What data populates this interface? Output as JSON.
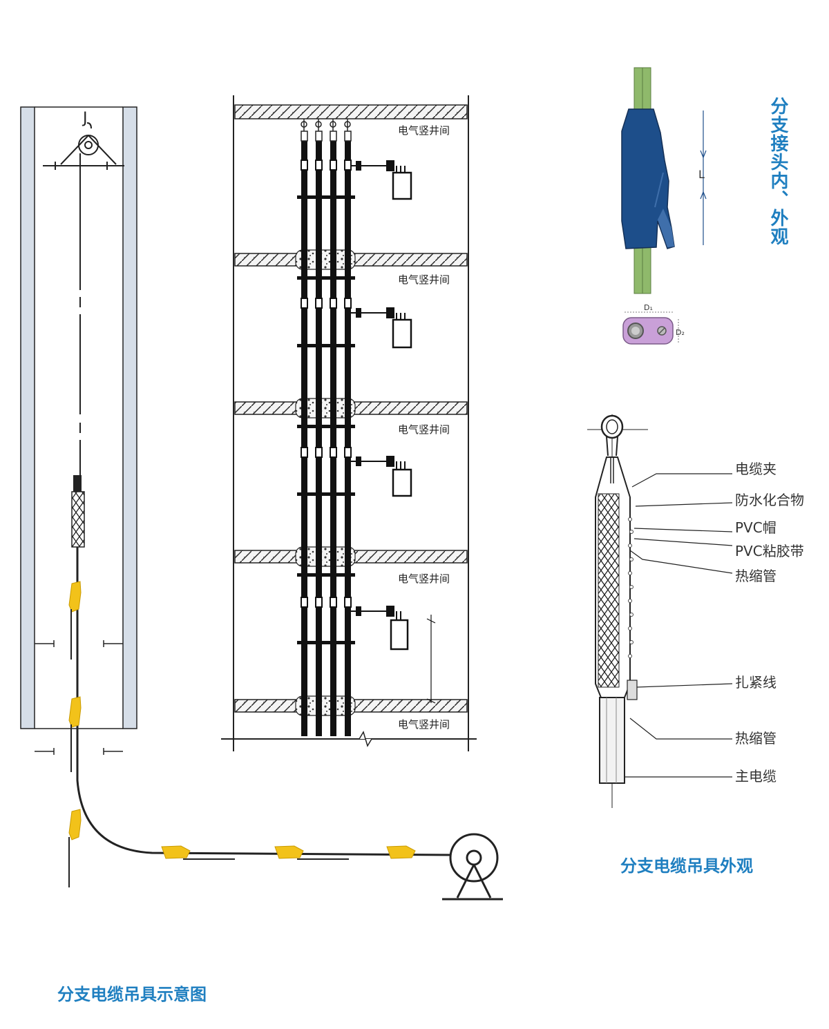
{
  "left_diagram": {
    "caption": "分支电缆吊具示意图",
    "pulley_label": "J"
  },
  "middle_diagram": {
    "floor_labels": [
      "电气竖井间",
      "电气竖井间",
      "电气竖井间",
      "电气竖井间",
      "电气竖井间"
    ]
  },
  "branch_joint": {
    "vertical_title": "分支接头内、外观",
    "length_label": "L",
    "d1_label": "D₁",
    "d2_label": "D₂"
  },
  "hanger": {
    "caption": "分支电缆吊具外观",
    "callouts": [
      "电缆夹",
      "防水化合物",
      "PVC帽",
      "PVC粘胶带",
      "热缩管",
      "扎紧线",
      "热缩管",
      "主电缆"
    ]
  },
  "colors": {
    "caption_blue": "#1f7fc0",
    "joint_blue": "#1d4e8a",
    "cable_green": "#8fb96b",
    "connector_yellow": "#f2c21a",
    "clamp_purple": "#c9a0d8",
    "shaft_wall": "#d6dee8"
  }
}
